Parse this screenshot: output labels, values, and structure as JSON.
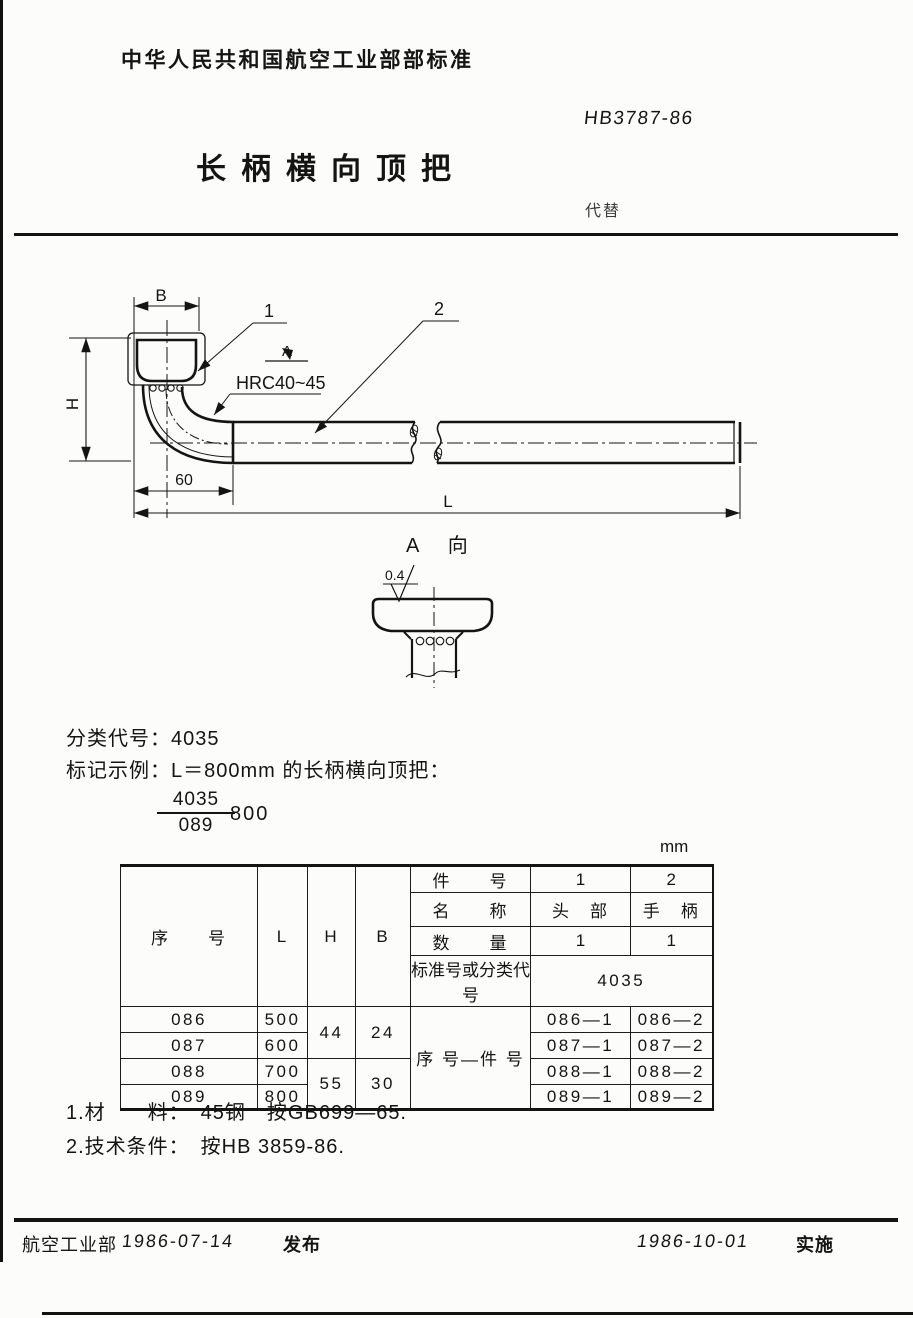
{
  "header": {
    "ministry": "中华人民共和国航空工业部部标准",
    "standard_no": "HB3787-86",
    "title": "长柄横向顶把",
    "supersedes": "代替"
  },
  "drawing": {
    "dim_b": "B",
    "dim_h": "H",
    "dim_60": "60",
    "dim_l": "L",
    "part_1": "1",
    "part_2": "2",
    "section_label": "A",
    "hardness": "HRC40~45",
    "view_label": "A 向",
    "roughness": "0.4"
  },
  "classification": {
    "label": "分类代号：",
    "value": "4035"
  },
  "marking": {
    "label": "标记示例：",
    "text": "L＝800mm 的长柄横向顶把：",
    "numerator": "4035",
    "denominator": "089",
    "size": "800"
  },
  "table": {
    "unit": "mm",
    "header": {
      "seq": "序　　号",
      "L": "L",
      "H": "H",
      "B": "B",
      "part_no_label": "件　　号",
      "part_1": "1",
      "part_2": "2",
      "name_label": "名　　称",
      "name_1": "头　部",
      "name_2": "手　柄",
      "qty_label": "数　　量",
      "qty_1": "1",
      "qty_2": "1",
      "std_label": "标准号或分类代号",
      "std_value": "4035",
      "body_label": "序 号—件 号"
    },
    "merged": {
      "H_12": "44",
      "B_12": "24",
      "H_34": "55",
      "B_34": "30"
    },
    "rows": [
      {
        "seq": "086",
        "L": "500",
        "part1": "086—1",
        "part2": "086—2"
      },
      {
        "seq": "087",
        "L": "600",
        "part1": "087—1",
        "part2": "087—2"
      },
      {
        "seq": "088",
        "L": "700",
        "part1": "088—1",
        "part2": "088—2"
      },
      {
        "seq": "089",
        "L": "800",
        "part1": "089—1",
        "part2": "089—2"
      }
    ]
  },
  "notes": {
    "note_1": "1.材　　料：　45钢　按GB699—65.",
    "note_2": "2.技术条件：　按HB 3859-86."
  },
  "footer": {
    "org": "航空工业部",
    "release_date": "1986-07-14",
    "release_label": "发布",
    "impl_date": "1986-10-01",
    "impl_label": "实施"
  }
}
